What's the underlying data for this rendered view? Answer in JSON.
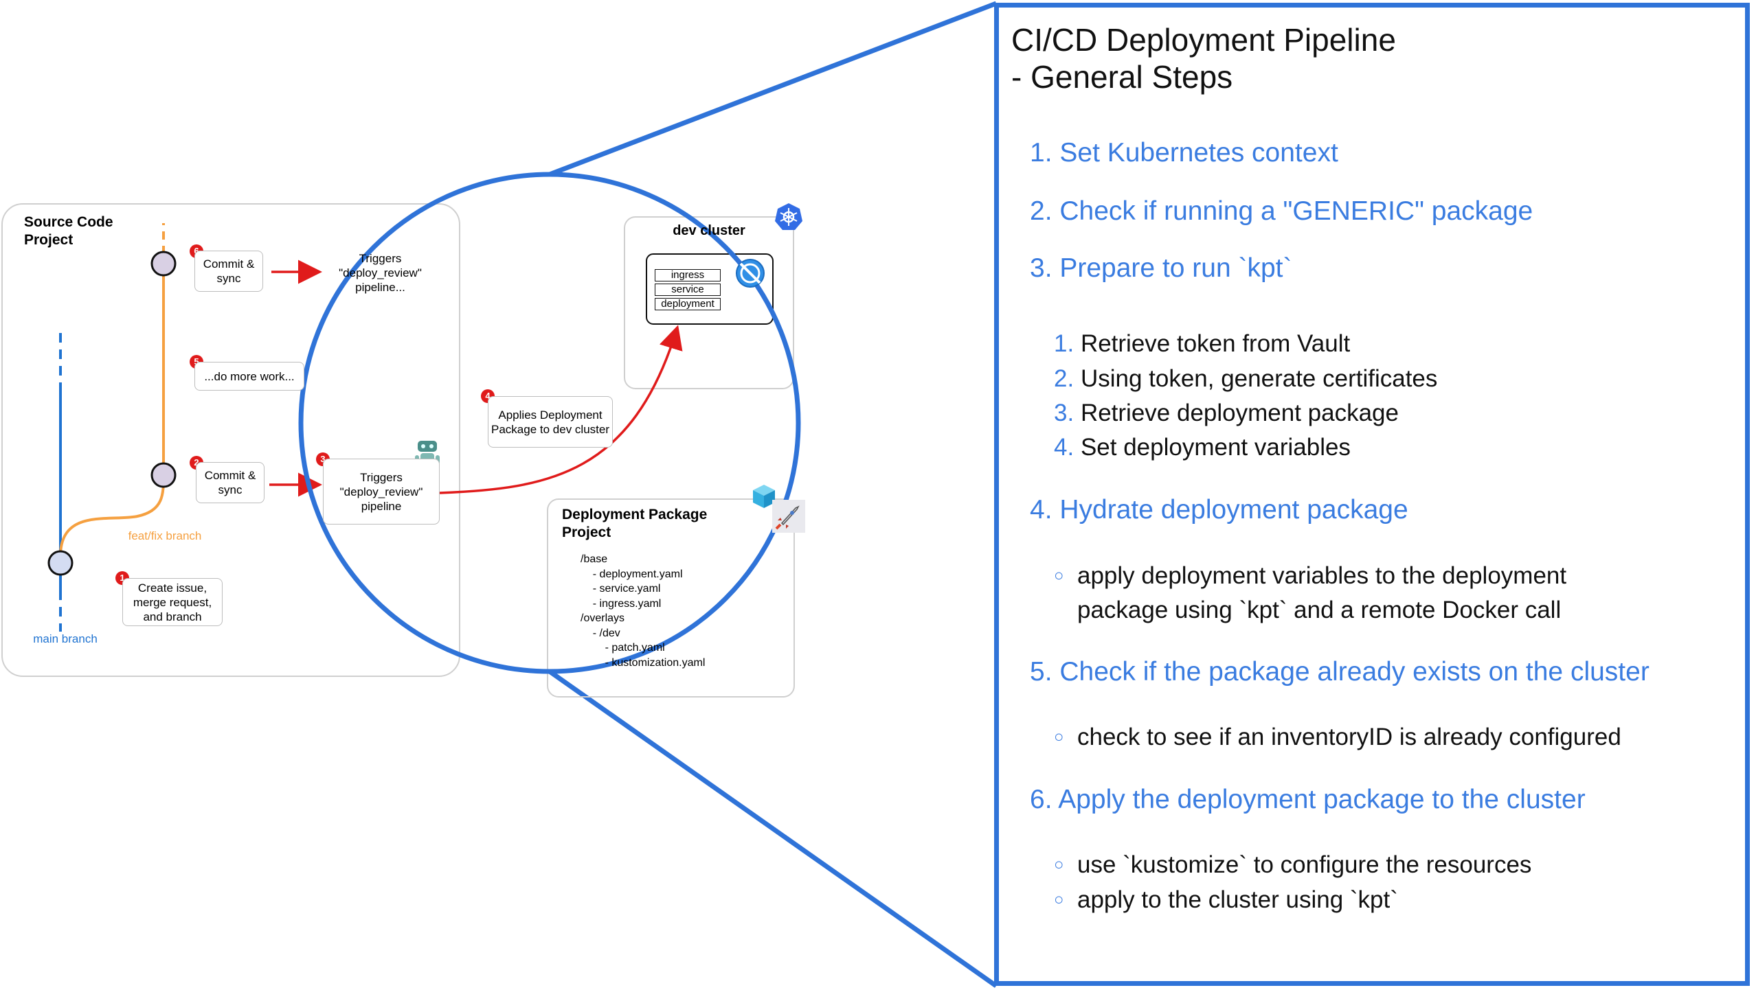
{
  "source_project": {
    "title_line1": "Source Code",
    "title_line2": "Project",
    "main_branch_label": "main branch",
    "feat_branch_label": "feat/fix branch"
  },
  "steps_left": {
    "s1": {
      "num": "1",
      "text": "Create issue, merge request, and branch"
    },
    "s2": {
      "num": "2",
      "text": "Commit & sync"
    },
    "s3": {
      "num": "3",
      "text": "Triggers \"deploy_review\" pipeline"
    },
    "s4": {
      "num": "4",
      "text": "Applies Deployment Package to dev cluster"
    },
    "s5": {
      "num": "5",
      "text": "...do more work..."
    },
    "s6": {
      "num": "6",
      "text": "Commit & sync"
    },
    "s6_trigger": "Triggers \"deploy_review\" pipeline..."
  },
  "dev_cluster": {
    "title": "dev cluster",
    "resources": [
      "ingress",
      "service",
      "deployment"
    ]
  },
  "deploy_package": {
    "title_line1": "Deployment Package",
    "title_line2": "Project",
    "tree": "/base\n    - deployment.yaml\n    - service.yaml\n    - ingress.yaml\n/overlays\n    - /dev\n        - patch.yaml\n        - kustomization.yaml"
  },
  "icons": [
    "kubernetes-icon",
    "network-icon",
    "robot-icon",
    "package-cube-icon",
    "rocket-icon"
  ],
  "panel": {
    "title_line1": "CI/CD Deployment Pipeline",
    "title_line2": "- General Steps",
    "steps": [
      "1. Set Kubernetes context",
      "2. Check if running a \"GENERIC\" package",
      "3. Prepare to run `kpt`",
      "4. Hydrate deployment package",
      "5. Check if the package already exists on the cluster",
      "6. Apply the deployment package to the cluster"
    ],
    "substeps": [
      {
        "num": "1.",
        "text": "Retrieve token from Vault"
      },
      {
        "num": "2.",
        "text": "Using token, generate certificates"
      },
      {
        "num": "3.",
        "text": "Retrieve deployment package"
      },
      {
        "num": "4.",
        "text": "Set deployment variables"
      }
    ],
    "bullets_step4": [
      "apply deployment variables to the deployment",
      "package using `kpt` and a remote Docker call"
    ],
    "bullets_step5": [
      "check to see if an inventoryID is already configured"
    ],
    "bullets_step6": [
      "use `kustomize` to configure the resources",
      "apply to the cluster using `kpt`"
    ]
  },
  "colors": {
    "accent_blue": "#2f73d8",
    "text_blue": "#3a7ce0",
    "branch_blue": "#1f73d1",
    "branch_orange": "#f5a040",
    "arrow_red": "#e01b1b",
    "commit_fill": "#d9d0e4"
  }
}
